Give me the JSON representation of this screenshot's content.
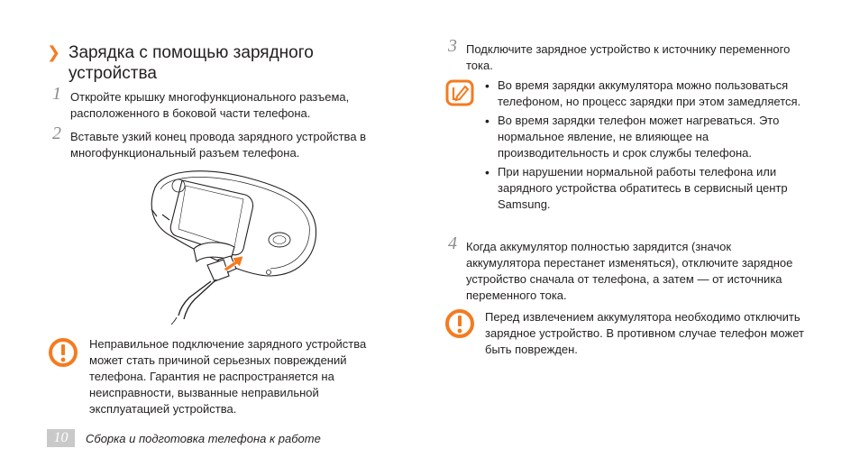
{
  "page": {
    "section_marker": "❯",
    "heading": "Зарядка с помощью зарядного устройства",
    "steps_left": [
      {
        "num": "1",
        "text": "Откройте крышку многофункционального разъема, расположенного в боковой части телефона."
      },
      {
        "num": "2",
        "text": "Вставьте узкий конец провода зарядного устройства в многофункциональный разъем телефона."
      }
    ],
    "caution_left": "Неправильное подключение зарядного устройства может стать причиной серьезных повреждений телефона. Гарантия не распространяется на неисправности, вызванные неправильной эксплуатацией устройства.",
    "step3": {
      "num": "3",
      "text": "Подключите зарядное устройство к источнику переменного тока."
    },
    "note_bullets": [
      "Во время зарядки аккумулятора можно пользоваться телефоном, но процесс зарядки при этом замедляется.",
      "Во время зарядки телефон может нагреваться. Это нормальное явление, не влияющее на производительность и срок службы телефона.",
      "При нарушении нормальной работы телефона или зарядного устройства обратитесь в сервисный центр Samsung."
    ],
    "step4": {
      "num": "4",
      "text": "Когда аккумулятор полностью зарядится (значок аккумулятора перестанет изменяться), отключите зарядное устройство сначала от телефона, а затем — от источника переменного тока."
    },
    "caution_right": "Перед извлечением аккумулятора необходимо отключить зарядное устройство. В противном случае телефон может быть поврежден.",
    "footer": {
      "page_number": "10",
      "chapter": "Сборка и подготовка телефона к работе"
    }
  },
  "colors": {
    "accent": "#f47b20",
    "text": "#231f20",
    "footer_box": "#c9c9c9"
  },
  "icons": [
    "chevron-right-icon",
    "phone-charging-illustration",
    "caution-icon",
    "note-icon"
  ]
}
